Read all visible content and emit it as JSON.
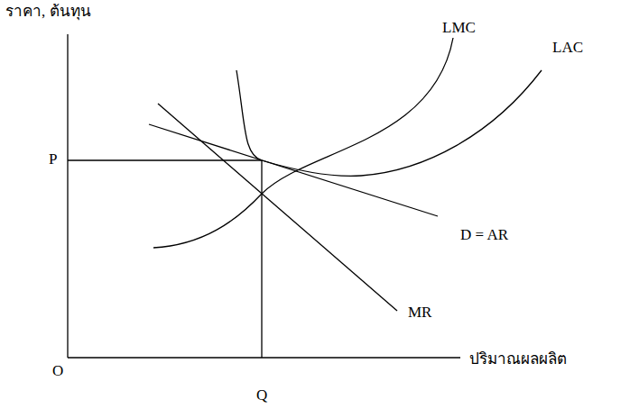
{
  "diagram": {
    "labels": [
      "ราคา, ต้นทุน",
      "LMC",
      "LAC",
      "P",
      "D = AR",
      "MR",
      "O",
      "Q",
      "ปริมาณผลผลิต"
    ]
  }
}
